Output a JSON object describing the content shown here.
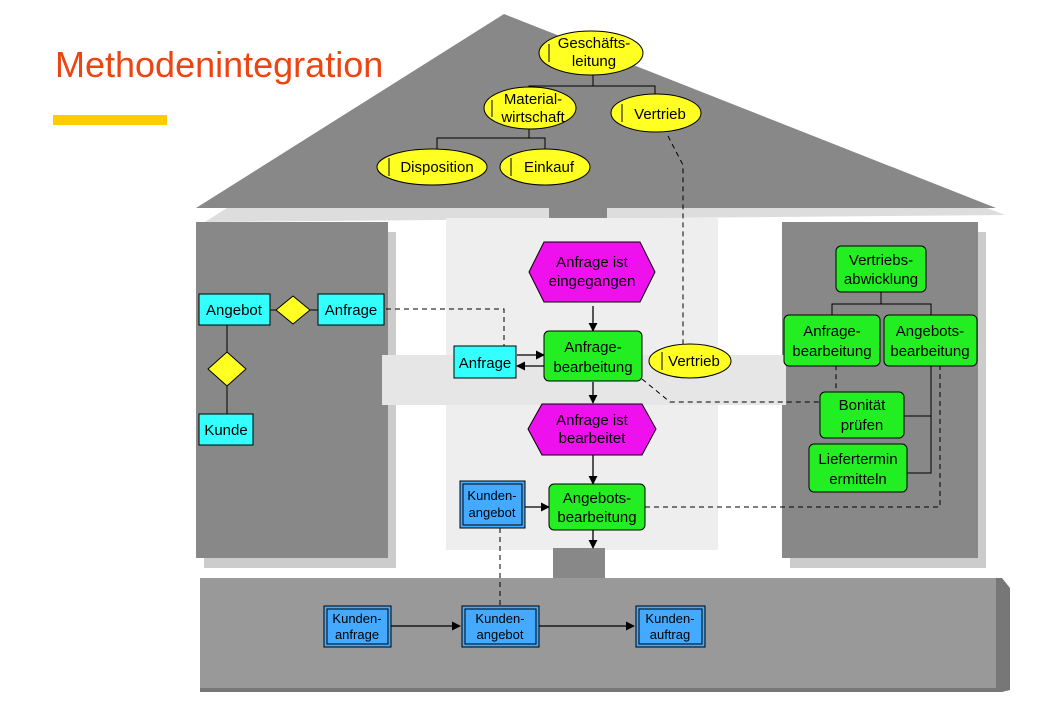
{
  "slide": {
    "title": "Methodenintegration"
  },
  "colors": {
    "title": "#ee4411",
    "accent_bar": "#ffcc00",
    "function": "#22ee22",
    "event": "#ee11ee",
    "org_unit": "#ffff22",
    "entity": "#33ffff",
    "business_object": "#44aaff",
    "house": "#888888"
  },
  "org_units": {
    "geschaeftsleitung": [
      "Geschäfts-",
      "leitung"
    ],
    "materialwirtschaft": [
      "Material-",
      "wirtschaft"
    ],
    "vertrieb": [
      "Vertrieb"
    ],
    "disposition": [
      "Disposition"
    ],
    "einkauf": [
      "Einkauf"
    ],
    "vertrieb_process": [
      "Vertrieb"
    ]
  },
  "data_model": {
    "angebot": "Angebot",
    "anfrage": "Anfrage",
    "kunde": "Kunde"
  },
  "process": {
    "event_start": [
      "Anfrage ist",
      "eingegangen"
    ],
    "input_anfrage": "Anfrage",
    "fn_anfrage": [
      "Anfrage-",
      "bearbeitung"
    ],
    "event_end": [
      "Anfrage ist",
      "bearbeitet"
    ],
    "output_kundenangebot": [
      "Kunden-",
      "angebot"
    ],
    "fn_angebot": [
      "Angebots-",
      "bearbeitung"
    ]
  },
  "function_tree": {
    "root": [
      "Vertriebs-",
      "abwicklung"
    ],
    "anfrage": [
      "Anfrage-",
      "bearbeitung"
    ],
    "angebot": [
      "Angebots-",
      "bearbeitung"
    ],
    "bonitaet": [
      "Bonität",
      "prüfen"
    ],
    "liefertermin": [
      "Liefertermin",
      "ermitteln"
    ]
  },
  "output_flow": {
    "kundenanfrage": [
      "Kunden-",
      "anfrage"
    ],
    "kundenangebot": [
      "Kunden-",
      "angebot"
    ],
    "kundenauftrag": [
      "Kunden-",
      "auftrag"
    ]
  }
}
